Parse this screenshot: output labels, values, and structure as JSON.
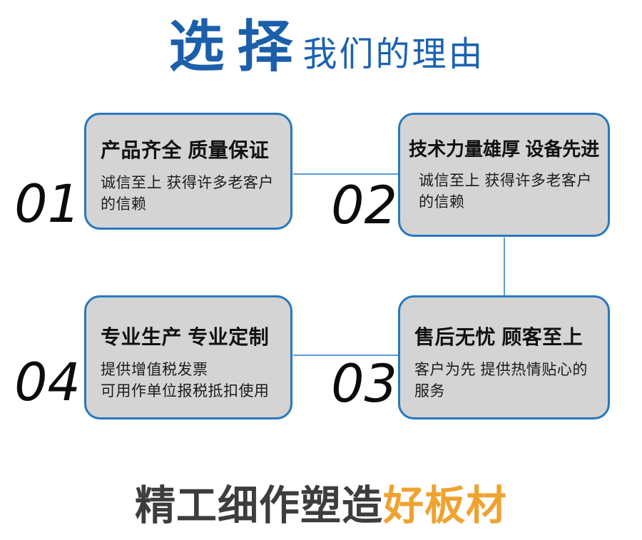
{
  "title": {
    "main": "选择",
    "suffix": "我们的理由"
  },
  "boxes": [
    {
      "number": "01",
      "heading": "产品齐全 质量保证",
      "body": "诚信至上 获得许多老客户\n的信赖"
    },
    {
      "number": "02",
      "heading": "技术力量雄厚 设备先进",
      "body": "诚信至上 获得许多老客户\n的信赖"
    },
    {
      "number": "03",
      "heading": "售后无忧 顾客至上",
      "body": "客户为先 提供热情贴心的\n服务"
    },
    {
      "number": "04",
      "heading": "专业生产 专业定制",
      "body": "提供增值税发票\n可用作单位报税抵扣使用"
    }
  ],
  "footer": {
    "slogan_main": "精工细作塑造",
    "slogan_accent": "好板材"
  },
  "colors": {
    "title_blue": "#1b5fab",
    "card_border_blue": "#2779bd",
    "connector_blue": "#5b9bd5",
    "card_fill_gray": "#d4d4d4",
    "slogan_gray": "#3d3d3d",
    "slogan_orange": "#efa22f"
  }
}
